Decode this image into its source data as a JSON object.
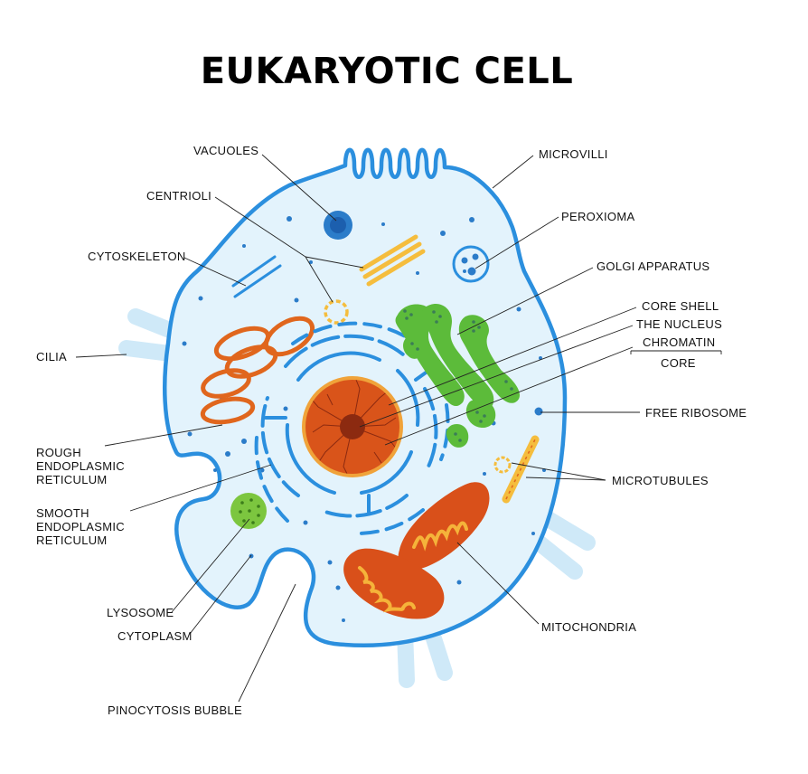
{
  "title": "EUKARYOTIC CELL",
  "colors": {
    "membrane": "#2b8fde",
    "cytoplasm": "#e3f3fc",
    "cilia": "#cfe9f8",
    "rough_er": "#e0661d",
    "golgi": "#5cbb3a",
    "nucleus_core": "#8c2a10",
    "nucleus_shell": "#f0a33a",
    "nucleus_body": "#d9541a",
    "mitochondria_outer": "#d9501a",
    "mitochondria_inner": "#f5b33a",
    "centrioles": "#f5bd3d",
    "lysosome": "#7cc63f",
    "label_text": "#111111"
  },
  "labels": {
    "vacuoles": "VACUOLES",
    "centrioli": "CENTRIOLI",
    "cytoskeleton": "CYTOSKELETON",
    "cilia": "CILIA",
    "rough_er": [
      "ROUGH",
      "ENDOPLASMIC",
      "RETICULUM"
    ],
    "smooth_er": [
      "SMOOTH",
      "ENDOPLASMIC",
      "RETICULUM"
    ],
    "lysosome": "LYSOSOME",
    "cytoplasm": "CYTOPLASM",
    "pinocytosis": "PINOCYTOSIS BUBBLE",
    "microvilli": "MICROVILLI",
    "peroxioma": "PEROXIOMA",
    "golgi": "GOLGI APPARATUS",
    "core_shell": "CORE SHELL",
    "the_nucleus": "THE NUCLEUS",
    "chromatin": "CHROMATIN",
    "core": "CORE",
    "free_ribosome": "FREE RIBOSOME",
    "microtubules": "MICROTUBULES",
    "mitochondria": "MITOCHONDRIA"
  }
}
